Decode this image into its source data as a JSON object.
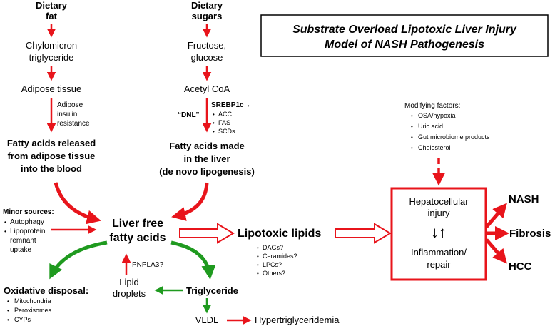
{
  "title_box": {
    "line1": "Substrate Overload Lipotoxic Liver Injury",
    "line2": "Model of NASH Pathogenesis"
  },
  "left_chain": {
    "dietary": [
      "Dietary",
      "fat"
    ],
    "chylomicron": [
      "Chylomicron",
      "triglyceride"
    ],
    "adipose": "Adipose tissue",
    "resistance": [
      "Adipose",
      "insulin",
      "resistance"
    ],
    "released": [
      "Fatty acids released",
      "from adipose tissue",
      "into the blood"
    ]
  },
  "center_chain": {
    "dietary": [
      "Dietary",
      "sugars"
    ],
    "fructose": [
      "Fructose,",
      "glucose"
    ],
    "acetyl": "Acetyl CoA",
    "srebp": "SREBP1c→",
    "enzymes": [
      "ACC",
      "FAS",
      "SCDs"
    ],
    "dnl": "“DNL”",
    "made": [
      "Fatty acids made",
      "in the liver",
      "(de novo lipogenesis)"
    ]
  },
  "minor_sources": {
    "heading": "Minor sources:",
    "items": [
      "Autophagy",
      "Lipoprotein",
      "remnant",
      "uptake"
    ]
  },
  "liver_ffa": [
    "Liver free",
    "fatty acids"
  ],
  "lipotoxic": {
    "heading": "Lipotoxic lipids",
    "items": [
      "DAGs?",
      "Ceramides?",
      "LPCs?",
      "Others?"
    ]
  },
  "modifying": {
    "heading": "Modifying factors:",
    "items": [
      "OSA/hypoxia",
      "Uric acid",
      "Gut microbiome products",
      "Cholesterol"
    ]
  },
  "injury_box": {
    "top": [
      "Hepatocellular",
      "injury"
    ],
    "arrows": "↓↑",
    "bottom": [
      "Inflammation/",
      "repair"
    ]
  },
  "outcomes": [
    "NASH",
    "Fibrosis",
    "HCC"
  ],
  "disposal": {
    "heading": "Oxidative disposal:",
    "items": [
      "Mitochondria",
      "Peroxisomes",
      "CYPs"
    ]
  },
  "lipid_droplets": [
    "Lipid",
    "droplets"
  ],
  "pnpla3": "PNPLA3?",
  "triglyceride": "Triglyceride",
  "vldl": "VLDL",
  "hypertg": "Hypertriglyceridemia",
  "colors": {
    "red": "#e8141b",
    "green": "#1f9a1f",
    "black": "#000000"
  }
}
